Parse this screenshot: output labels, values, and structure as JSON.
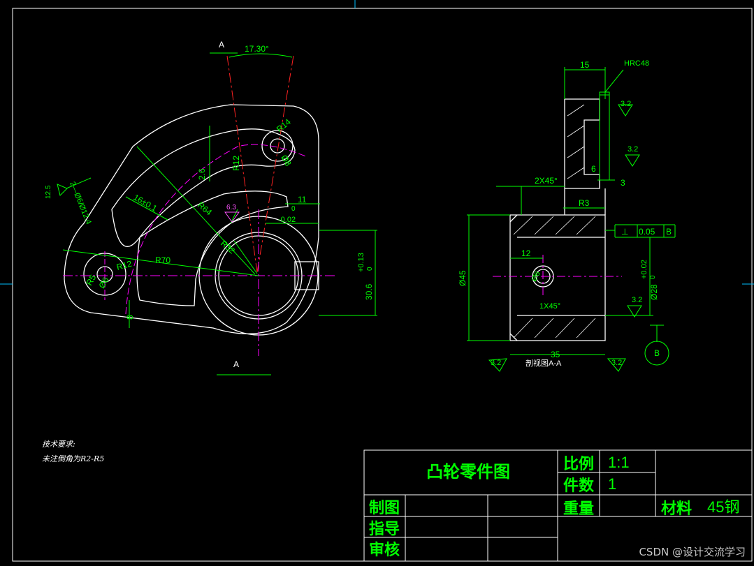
{
  "colors": {
    "background": "#000000",
    "outline": "#ffffff",
    "dimension": "#00ff00",
    "centerline": "#ff2222",
    "construction": "#ff00ff",
    "title_text": "#00ff00",
    "crosshair": "#00c0ff"
  },
  "section_labels": {
    "a_top": "A",
    "a_bottom": "A",
    "section_view": "剖视图A-A"
  },
  "main_view_dims": {
    "angle": "17.30°",
    "r14": "R14",
    "r12_slot": "R12",
    "d8": "Ø8",
    "d2_6": "2.6",
    "d16": "16±0.1",
    "r64": "R64",
    "r32": "R32",
    "r70": "R70",
    "r12_low": "R12",
    "r5": "R5",
    "d6_small": "Ø6",
    "holes": "2—Ø6/Ø12.4",
    "d8_low": "8",
    "d11": "11",
    "tol_11": "0",
    "tol_11b": "-0.02",
    "dim30": "30.6",
    "dim30_tol_up": "+0.13",
    "dim30_tol_low": "0",
    "rough_main": "6.3",
    "rough_left": "12.5"
  },
  "section_view_dims": {
    "d15": "15",
    "hrc": "HRC48",
    "rough1": "3.2",
    "rough2": "3.2",
    "rough3": "3.2",
    "rough4": "3.2",
    "rough5": "3.2",
    "d6": "6",
    "d3": "3",
    "chamfer_2x45": "2X45°",
    "r3": "R3",
    "perp_sym": "⊥",
    "perp_val": "0.05",
    "perp_ref": "B",
    "d12": "12",
    "d_hole": "Ø6",
    "d45": "Ø45",
    "d28": "Ø28",
    "d28_tol_up": "+0.02",
    "d28_tol_low": "0",
    "chamfer_1x45": "1X45°",
    "d35": "35",
    "datum": "B"
  },
  "tech_req": {
    "title": "技术要求:",
    "line1": "未注倒角为R2-R5"
  },
  "title_block": {
    "drawing_name": "凸轮零件图",
    "scale_label": "比例",
    "scale_value": "1:1",
    "qty_label": "件数",
    "qty_value": "1",
    "weight_label": "重量",
    "material_label": "材料",
    "material_value": "45钢",
    "drawn_label": "制图",
    "guide_label": "指导",
    "review_label": "审核"
  },
  "watermark": "CSDN @设计交流学习"
}
